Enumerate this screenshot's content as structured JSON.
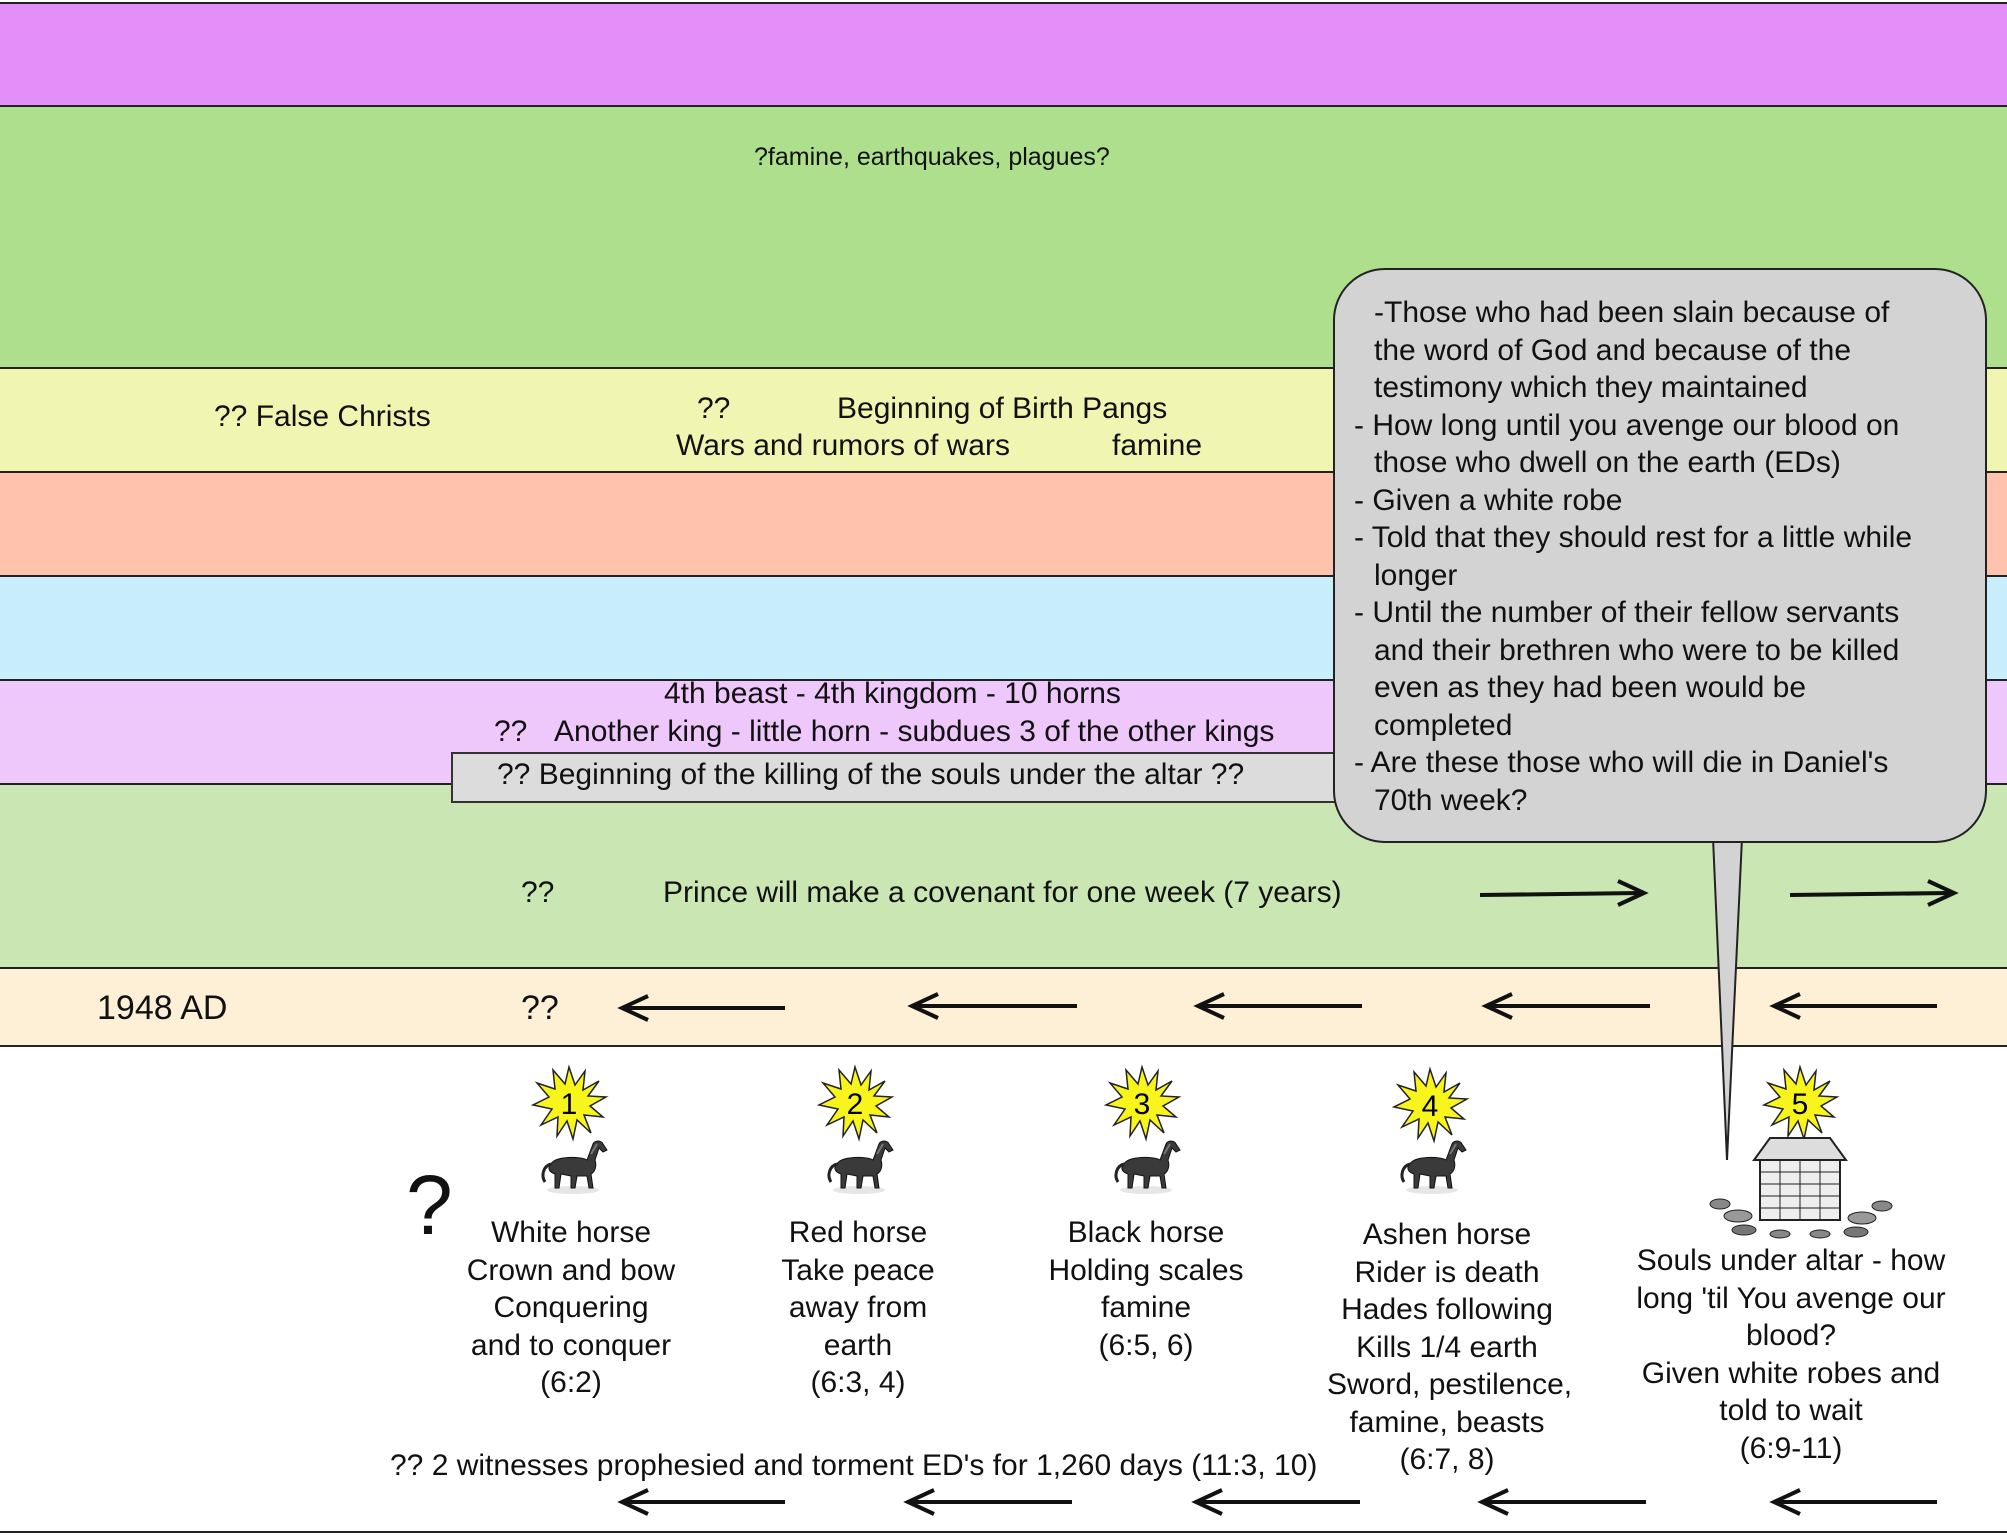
{
  "colors": {
    "band1": "#e48ef9",
    "band2": "#aedf8c",
    "band3": "#f1f5b2",
    "band4": "#fec2ad",
    "band5": "#c8eefc",
    "band6": "#efc8fb",
    "band7": "#c9e6b3",
    "band8": "#fdf0d6",
    "callout": "#d3d3d3",
    "seal_star": "#f8f51d"
  },
  "bands": {
    "plagues": "?famine, earthquakes, plagues?",
    "false_christs": "?? False Christs",
    "birth_pangs_q": "??",
    "birth_pangs": "Beginning of Birth Pangs",
    "wars": "Wars and rumors of wars",
    "famine": "famine",
    "beast_line1": "4th beast - 4th kingdom - 10 horns",
    "beast_q": "??",
    "beast_line2": "Another king - little horn - subdues 3 of the other kings",
    "altar_box": "?? Beginning of the killing of the souls under the altar ??",
    "covenant_q": "??",
    "covenant": "Prince will make a covenant for one week (7 years)",
    "year": "1948 AD",
    "year_q": "??"
  },
  "callout": {
    "items": [
      "-Those who had been slain because of the word of God and because of the testimony which they maintained",
      "- How long until you avenge our blood on those who dwell on the earth (EDs)",
      "- Given a white robe",
      "- Told that they should rest for a little while longer",
      "- Until the number of their fellow servants and their brethren who were to be killed even as they had been would be completed",
      "- Are these those who will die in Daniel's 70th week?"
    ],
    "lines": [
      [
        "-Those who had been slain because of",
        "the word of God and because of the",
        "testimony which they maintained"
      ],
      [
        "- How long until you avenge our blood on",
        "those who dwell on the earth (EDs)"
      ],
      [
        "- Given a white robe"
      ],
      [
        "- Told that they should rest for a little while",
        "longer"
      ],
      [
        "- Until the number of their fellow servants",
        "and their brethren who were to be killed",
        "even as they had been would be",
        "completed"
      ],
      [
        "- Are these those who will die in Daniel's",
        "70th week?"
      ]
    ]
  },
  "question_mark": "?",
  "seals": [
    {
      "number": "1",
      "icon": "horse-icon",
      "lines": [
        "White horse",
        "Crown and bow",
        "Conquering",
        "and to conquer",
        "(6:2)"
      ]
    },
    {
      "number": "2",
      "icon": "horse-icon",
      "lines": [
        "Red horse",
        "Take peace",
        "away from",
        "earth",
        "(6:3, 4)"
      ]
    },
    {
      "number": "3",
      "icon": "horse-icon",
      "lines": [
        "Black horse",
        "Holding scales",
        "famine",
        "(6:5, 6)"
      ]
    },
    {
      "number": "4",
      "icon": "horse-icon",
      "lines": [
        "Ashen horse",
        "Rider is death",
        "Hades following",
        "Kills 1/4 earth",
        "Sword, pestilence,",
        "famine, beasts",
        "(6:7, 8)"
      ]
    },
    {
      "number": "5",
      "icon": "altar-icon",
      "lines": [
        "Souls under altar - how",
        "long 'til You avenge our",
        "blood?",
        "Given white robes and",
        "told to wait",
        "(6:9-11)"
      ]
    }
  ],
  "witnesses": "?? 2 witnesses prophesied and torment ED's for 1,260 days (11:3, 10)"
}
